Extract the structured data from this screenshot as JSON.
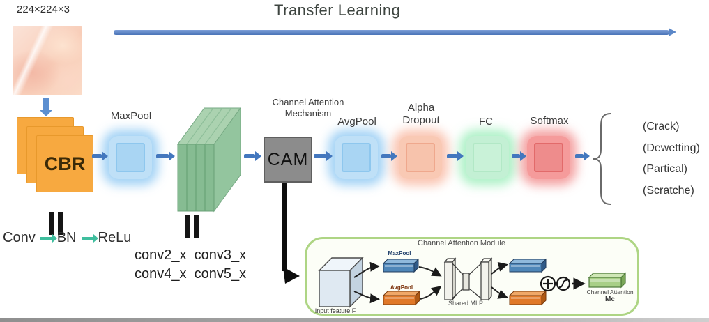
{
  "title": "Transfer Learning",
  "input": {
    "dims": "224×224×3"
  },
  "pipeline": {
    "cbr": "CBR",
    "maxpool": "MaxPool",
    "conv_layers_line1": "conv2_x  conv3_x",
    "conv_layers_line2": "conv4_x  conv5_x",
    "cam_caption_1": "Channel Attention",
    "cam_caption_2": "Mechanism",
    "cam": "CAM",
    "avgpool": "AvgPool",
    "alpha_1": "Alpha",
    "alpha_2": "Dropout",
    "fc": "FC",
    "softmax": "Softmax"
  },
  "legend": {
    "conv": "Conv",
    "bn": "BN",
    "relu": "ReLu"
  },
  "outputs": [
    "(Crack)",
    "(Dewetting)",
    "(Partical)",
    "(Scratche)"
  ],
  "inset": {
    "title": "Channel Attention Module",
    "input_cube": "Input feature F",
    "maxpool": "MaxPool",
    "avgpool": "AvgPool",
    "shared_mlp": "Shared MLP",
    "output_caption": "Channel Attention",
    "output_symbol": "Mc"
  },
  "colors": {
    "flow_arrow": "#4377be",
    "transfer_line": "#5b87c8",
    "cbr_orange": "#f7a940",
    "conv_block_green": "#86bc92",
    "cam_gray": "#8c8c8c",
    "pool_blue": "#a9d5f3",
    "dropout_salmon": "#f7c3ac",
    "fc_green": "#c9f2d8",
    "softmax_red": "#ee8c8c",
    "legend_arrow_teal": "#3fbe9e",
    "inset_border": "#aed584"
  }
}
